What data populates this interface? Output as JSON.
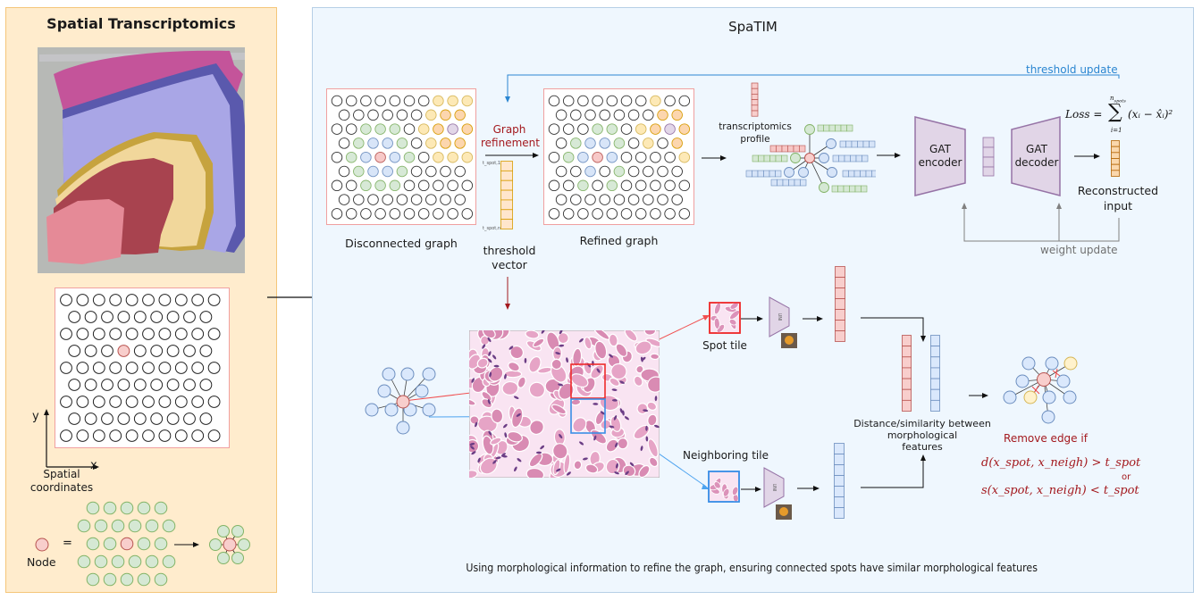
{
  "left_panel": {
    "title": "Spatial Transcriptomics",
    "image_name": "tissue-section-clusters",
    "cluster_colors": [
      "#c4549a",
      "#5a59ad",
      "#a9a6e6",
      "#c6a33e",
      "#f1d79b",
      "#a8434f",
      "#e58a97"
    ],
    "grid_central_node_row": 3,
    "grid_central_node_col": 3,
    "axis_y_label": "y",
    "axis_x_label": "x",
    "coords_label": "Spatial\ncoordinates",
    "node_label": "Node",
    "equals_sign": "="
  },
  "main_panel": {
    "title": "SpaTIM",
    "legend_colors": {
      "W": "#ffffff",
      "Y": "#fde8b3",
      "O": "#fcd4aa",
      "G": "#d5e8d4",
      "B": "#d6e4f8",
      "R": "#f7c6c5",
      "P": "#e1d5e7"
    },
    "disconnected_graph": {
      "label": "Disconnected graph",
      "rows": [
        "WWWWWWWYYY",
        "WWWWWWYOO",
        "WWGGGWYOPO",
        "WGBBGWYOO",
        "WGBRBGWYYY",
        "WGBBGWWWW",
        "WWGGGWWWWW",
        "WWWWWWWWW",
        "WWWWWWWWWW"
      ]
    },
    "refined_graph": {
      "label": "Refined graph",
      "rows": [
        "WWWWWWWYWW",
        "WWWWWWWOO",
        "WWWGGWYOPO",
        "WGBBGWYWO",
        "WGBRBWWWWY",
        "WWBWGWWWW",
        "WWGWGWWWWW",
        "WWWWWWWWW",
        "WWWWWWWWWW"
      ]
    },
    "graph_refinement_label": "Graph\nrefinement",
    "threshold_vector_label": "threshold\nvector",
    "threshold_top_label": "t_spot,1",
    "threshold_bottom_label": "t_spot,n",
    "threshold_update_label": "threshold update",
    "transcriptomics_profile_label": "transcriptomics\nprofile",
    "gat_encoder_label": "GAT\nencoder",
    "gat_decoder_label": "GAT\ndecoder",
    "loss_formula": "Loss = Σ_{i=1}^{n_spots} (x_i − x̂_i)²",
    "loss_lhs": "Loss =",
    "loss_sum": "∑",
    "loss_sup": "n",
    "loss_sup_sub": "spots",
    "loss_sub": "i=1",
    "loss_rhs": "(xᵢ − x̂ᵢ)²",
    "reconstructed_label": "Reconstructed\ninput",
    "weight_update_label": "weight update",
    "spot_tile_label": "Spot tile",
    "neighboring_tile_label": "Neighboring tile",
    "uni_label": "UNI",
    "distance_label": "Distance/similarity between\nmorphological\nfeatures",
    "remove_edge_label": "Remove edge if",
    "condition_distance": "d(x_spot, x_neigh) > t_spot",
    "condition_or": "or",
    "condition_similarity": "s(x_spot, x_neigh) < t_spot",
    "caption": "Using morphological information to refine the graph, ensuring connected spots have similar morphological features"
  },
  "colors": {
    "accent_red": "#a3191e",
    "accent_blue": "#2b86d1",
    "gat_fill": "#e1d5e7",
    "gat_stroke": "#9673a6"
  }
}
